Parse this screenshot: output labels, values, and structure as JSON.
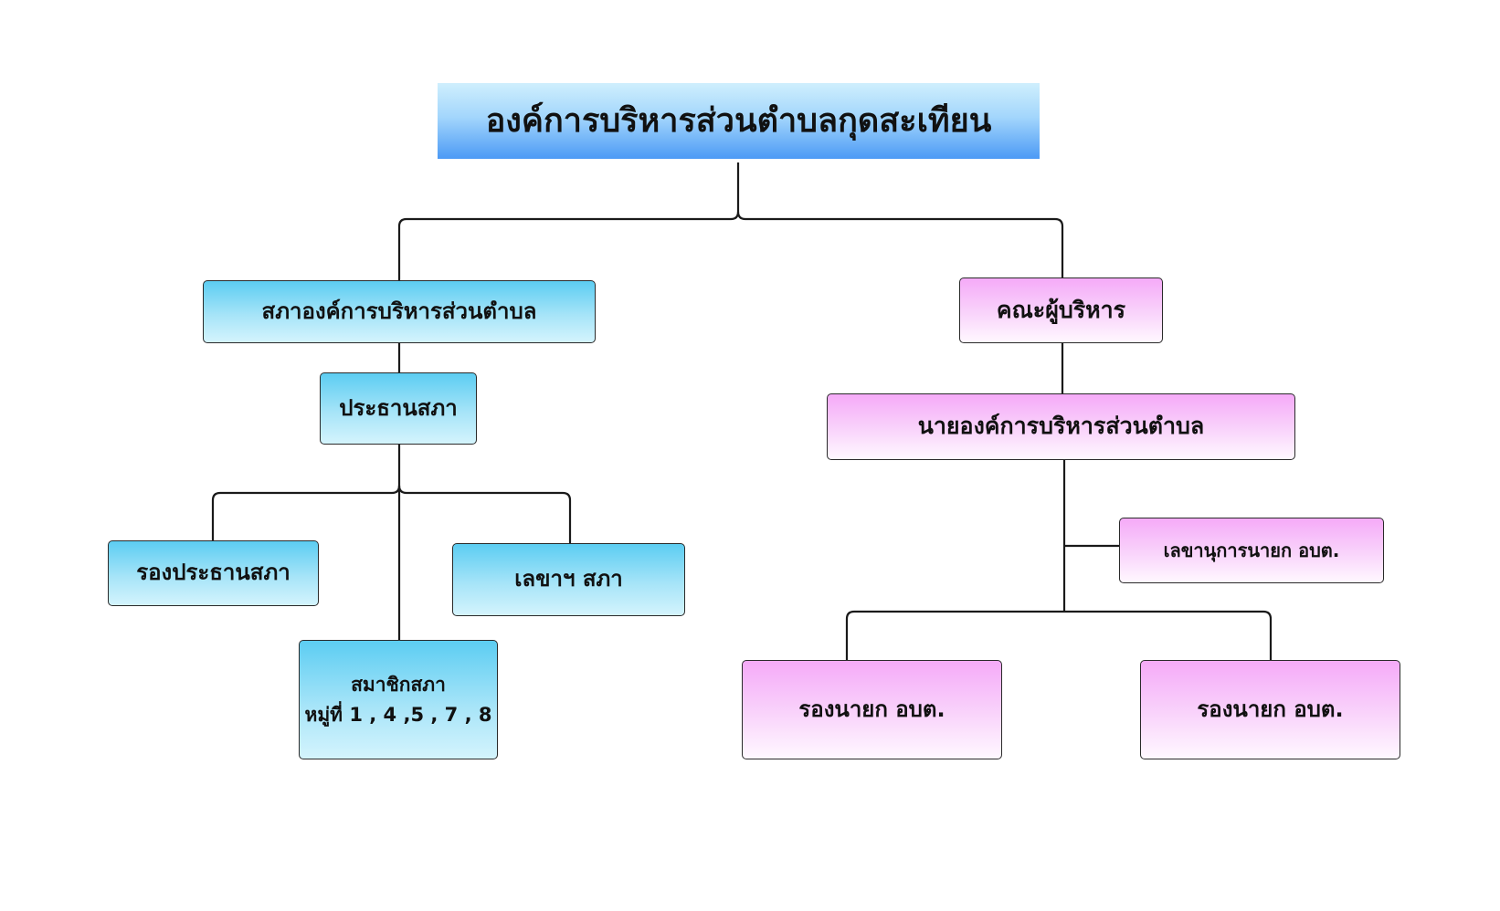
{
  "title": "องค์การบริหารส่วนตำบลกุดสะเทียน",
  "colors": {
    "council_branch": "#5ccdf2",
    "executive_branch": "#f5aaf8",
    "root_top": "#cfeffd",
    "root_bottom": "#4c9af5",
    "connector": "#1a1a1a"
  },
  "council": {
    "label": "สภาองค์การบริหารส่วนตำบล",
    "chairman": "ประธานสภา",
    "vice_chairman": "รองประธานสภา",
    "secretary": "เลขาฯ สภา",
    "members_line1": "สมาชิกสภา",
    "members_line2": "หมู่ที่ 1 , 4 ,5 , 7 , 8"
  },
  "executive": {
    "label": "คณะผู้บริหาร",
    "mayor": "นายองค์การบริหารส่วนตำบล",
    "mayor_secretary": "เลขานุการนายก อบต.",
    "deputy_1": "รองนายก อบต.",
    "deputy_2": "รองนายก อบต."
  }
}
